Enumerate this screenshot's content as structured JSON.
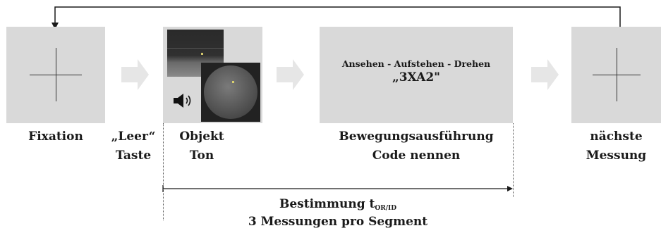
{
  "steps": {
    "fixation": {
      "label": "Fixation"
    },
    "key": {
      "label_line1": "„Leer“",
      "label_line2": "Taste"
    },
    "object": {
      "label_line1": "Objekt",
      "label_line2": "Ton"
    },
    "movement": {
      "panel_text": "Ansehen - Aufstehen - Drehen",
      "panel_code": "„3XA2\"",
      "label_line1": "Bewegungsausführung",
      "label_line2": "Code nennen"
    },
    "next": {
      "label_line1": "nächste",
      "label_line2": "Messung"
    }
  },
  "measurement": {
    "title_prefix": "Bestimmung t",
    "title_subscript": "OR/ID",
    "line2": "3 Messungen pro Segment"
  },
  "icons": [
    "speaker-icon",
    "arrow-right-icon",
    "loop-back-arrow"
  ],
  "colors": {
    "panel": "#d9d9d9",
    "arrow": "#e6e6e6",
    "line": "#1a1a1a"
  }
}
